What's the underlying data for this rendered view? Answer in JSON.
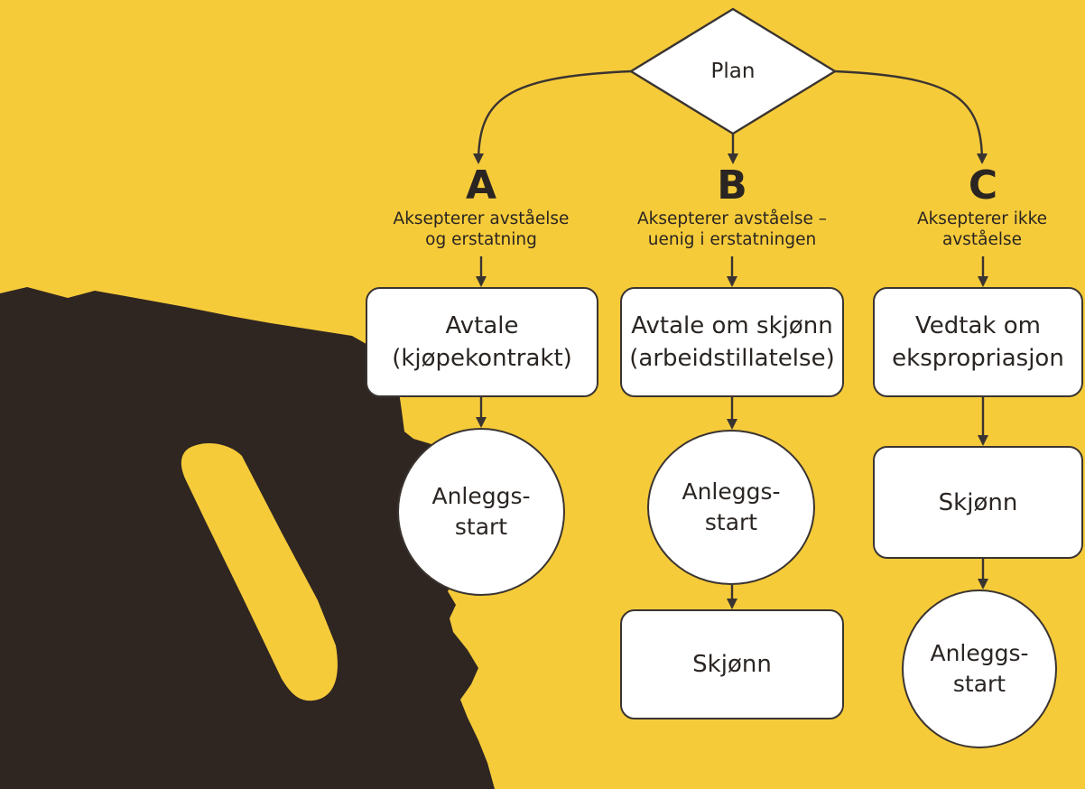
{
  "plan": "Plan",
  "columns": [
    {
      "letter": "A",
      "condition": "Aksepterer avståelse\nog erstatning",
      "step1": "Avtale\n(kjøpekontrakt)",
      "step2": "Anleggs-\nstart"
    },
    {
      "letter": "B",
      "condition": "Aksepterer avståelse –\nuenig i erstatningen",
      "step1": "Avtale om skjønn\n(arbeidstillatelse)",
      "step2": "Anleggs-\nstart",
      "step3": "Skjønn"
    },
    {
      "letter": "C",
      "condition": "Aksepterer ikke\navståelse",
      "step1": "Vedtak om\nekspropriasjon",
      "step2": "Skjønn",
      "step3": "Anleggs-\nstart"
    }
  ],
  "colors": {
    "background": "#f6cb3a",
    "silhouette": "#2f2622",
    "node_fill": "#ffffff",
    "line": "#3a3431"
  }
}
